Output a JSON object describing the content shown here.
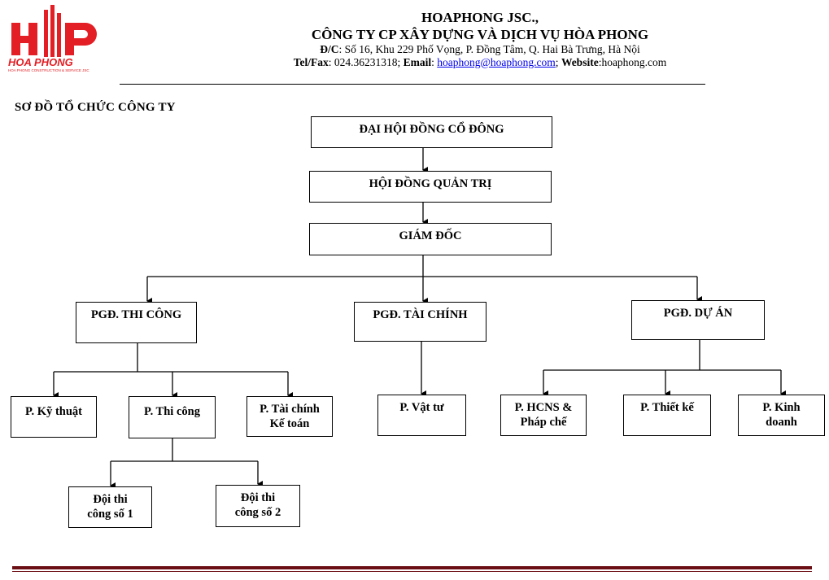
{
  "header": {
    "logo_text": "HOA PHONG",
    "logo_subtext": "HOA PHONG CONSTRUCTION & SERVICE JSC",
    "company_en": "HOAPHONG JSC.,",
    "company_vn": "CÔNG TY CP XÂY DỰNG VÀ DỊCH VỤ HÒA PHONG",
    "address_label": "Đ/C",
    "address_value": ": Số 16, Khu 229 Phố Vọng, P. Đồng Tâm, Q. Hai Bà Trưng, Hà Nội",
    "telfax_label": "Tel/Fax",
    "telfax_value": ": 024.36231318; ",
    "email_label": "Email",
    "email_sep": ": ",
    "email_value": "hoaphong@hoaphong.com",
    "website_sep": "; ",
    "website_label": "Website",
    "website_value": ":hoaphong.com"
  },
  "section_title": "SƠ ĐỒ TỔ CHỨC CÔNG TY",
  "org": {
    "shareholders": "ĐẠI HỘI ĐỒNG CỔ ĐÔNG",
    "board": "HỘI ĐỒNG QUẢN TRỊ",
    "director": "GIÁM ĐỐC",
    "vp_construction": "PGĐ. THI CÔNG",
    "vp_finance": "PGĐ. TÀI CHÍNH",
    "vp_project": "PGĐ. DỰ ÁN",
    "dept_technical": "P. Kỹ thuật",
    "dept_construction": "P. Thi công",
    "dept_finance_l1": "P. Tài chính",
    "dept_finance_l2": "Kế toán",
    "dept_materials": "P. Vật tư",
    "dept_hr_l1": "P. HCNS &",
    "dept_hr_l2": "Pháp chế",
    "dept_design": "P. Thiết kế",
    "dept_business_l1": "P. Kinh",
    "dept_business_l2": "doanh",
    "team1_l1": "Đội thi",
    "team1_l2": "công số 1",
    "team2_l1": "Đội thi",
    "team2_l2": "công số 2"
  },
  "colors": {
    "logo_red": "#e31e24",
    "footer_rule": "#6b0f14",
    "link": "#0000ee"
  }
}
